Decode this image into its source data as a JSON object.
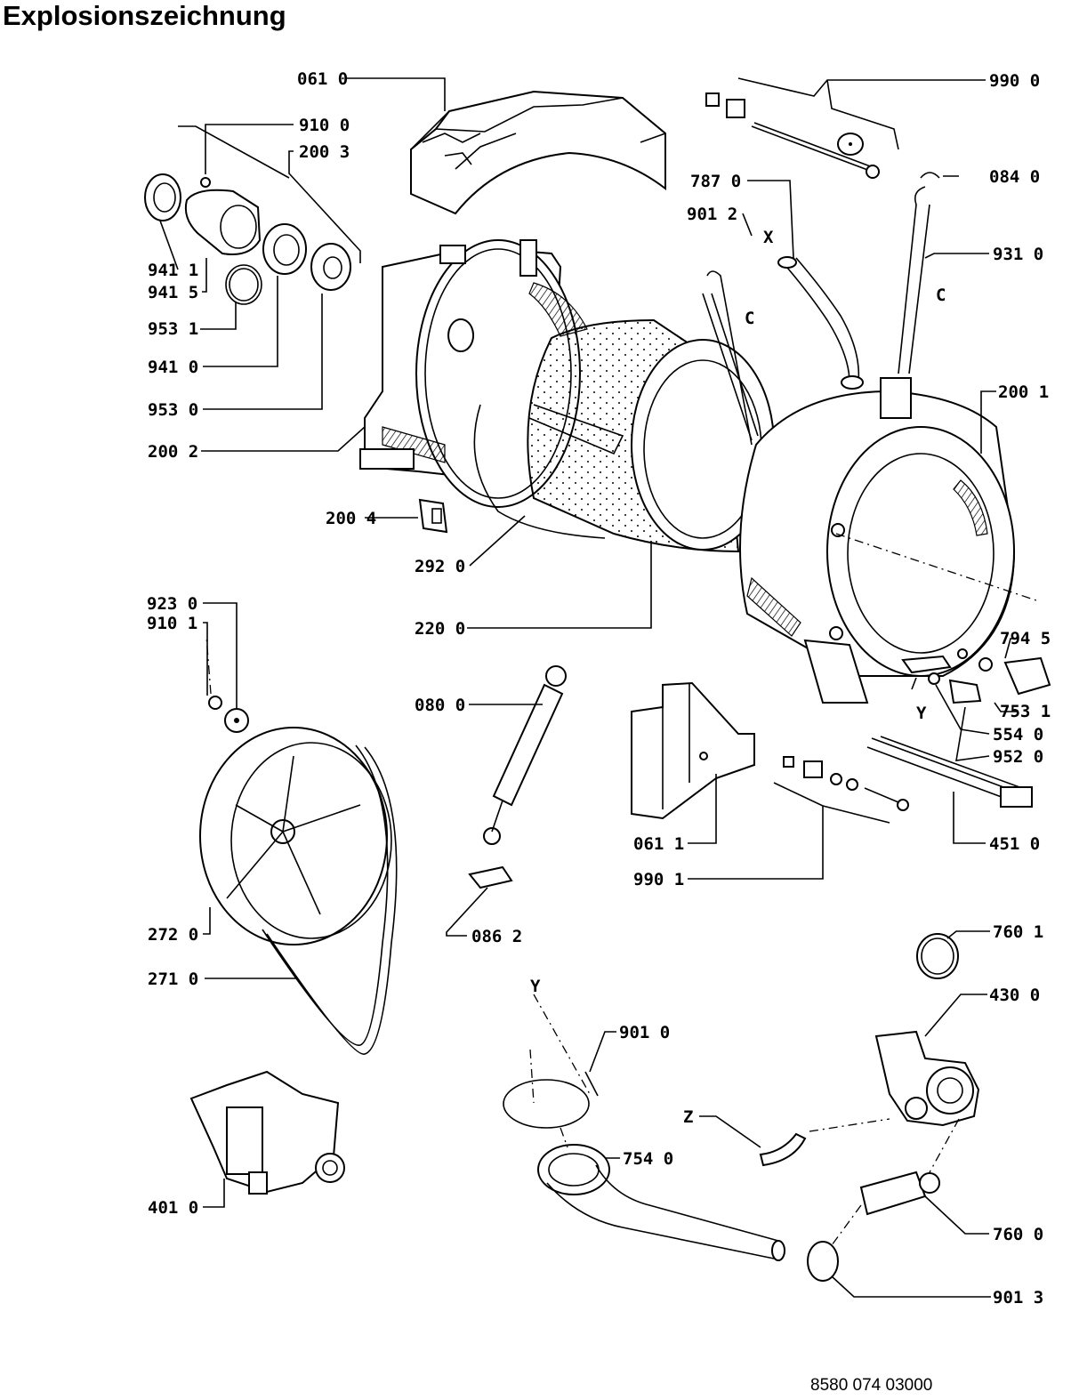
{
  "title": "Explosionszeichnung",
  "footer_code": "8580 074 03000",
  "labels": [
    "061 0",
    "910 0",
    "200 3",
    "941 1",
    "941 5",
    "953 1",
    "941 0",
    "953 0",
    "200 2",
    "200 4",
    "292 0",
    "220 0",
    "923 0",
    "910 1",
    "080 0",
    "272 0",
    "271 0",
    "086 2",
    "061 1",
    "990 1",
    "990 0",
    "787 0",
    "901 2",
    "X",
    "084 0",
    "931 0",
    "C",
    "C",
    "200 1",
    "794 5",
    "Y",
    "753 1",
    "554 0",
    "952 0",
    "451 0",
    "760 1",
    "430 0",
    "Y",
    "901 0",
    "Z",
    "754 0",
    "760 0",
    "901 3",
    "401 0"
  ]
}
